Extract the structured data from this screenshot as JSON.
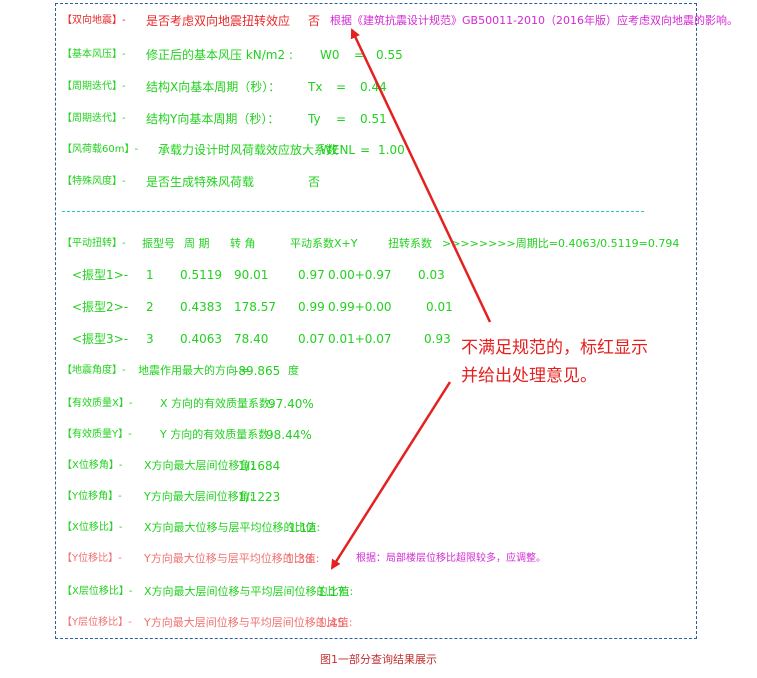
{
  "rows": [
    {
      "tag": "【双向地震】-",
      "desc": "是否考虑双向地震扭转效应",
      "val": "否",
      "note": "根据《建筑抗震设计规范》GB50011-2010（2016年版）应考虑双向地震的影响。",
      "note_prefix": "根据："
    },
    {
      "tag": "【基本风压】-",
      "desc": "修正后的基本风压 kN/m2 :",
      "sym": "W0",
      "eq": "=",
      "val": "0.55"
    },
    {
      "tag": "【周期迭代】-",
      "desc": "结构X向基本周期（秒）：",
      "sym": "Tx",
      "eq": "=",
      "val": "0.44"
    },
    {
      "tag": "【周期迭代】-",
      "desc": "结构Y向基本周期（秒）：",
      "sym": "Ty",
      "eq": "=",
      "val": "0.51"
    },
    {
      "tag": "【风荷载60m】-",
      "desc": "承载力设计时风荷载效应放大系数",
      "sym": "WENL",
      "eq": "=",
      "val": "1.00"
    },
    {
      "tag": "【特殊风度】-",
      "desc": "是否生成特殊风荷载",
      "val": "否"
    }
  ],
  "modes": {
    "tag": "【平动扭转】-",
    "headers": [
      "振型号",
      "周 期",
      "转 角",
      "平动系数",
      "X+Y",
      "扭转系数"
    ],
    "ratio": ">>>>>>>>周期比=0.4063/0.5119=0.794",
    "items": [
      {
        "label": "<振型1>-",
        "no": "1",
        "period": "0.5119",
        "angle": "90.01",
        "trans": "0.97",
        "xy": "0.00+0.97",
        "tors": "0.03"
      },
      {
        "label": "<振型2>-",
        "no": "2",
        "period": "0.4383",
        "angle": "178.57",
        "trans": "0.99",
        "xy": "0.99+0.00",
        "tors": "0.01"
      },
      {
        "label": "<振型3>-",
        "no": "3",
        "period": "0.4063",
        "angle": "78.40",
        "trans": "0.07",
        "xy": "0.01+0.07",
        "tors": "0.93"
      }
    ]
  },
  "lower": [
    {
      "tag": "【地震角度】-",
      "desc": "地震作用最大的方向 =",
      "val": "-89.865",
      "unit": "度"
    },
    {
      "tag": "【有效质量X】-",
      "desc": "X 方向的有效质量系数:",
      "val": "97.40%"
    },
    {
      "tag": "【有效质量Y】-",
      "desc": "Y 方向的有效质量系数:",
      "val": "98.44%"
    },
    {
      "tag": "【X位移角】-",
      "desc": "X方向最大层间位移角:",
      "val": "1/1684"
    },
    {
      "tag": "【Y位移角】-",
      "desc": "Y方向最大层间位移角:",
      "val": "1/1223"
    },
    {
      "tag": "【X位移比】-",
      "desc": "X方向最大位移与层平均位移的比值:",
      "val": "1.12"
    },
    {
      "tag": "【Y位移比】-",
      "desc": "Y方向最大位移与层平均位移的比值:",
      "val": "1.38",
      "note": "根据：局部楼层位移比超限较多，应调整。"
    },
    {
      "tag": "【X层位移比】-",
      "desc": "X方向最大层间位移与平均层间位移的比值:",
      "val": "1.17"
    },
    {
      "tag": "【Y层位移比】-",
      "desc": "Y方向最大层间位移与平均层间位移的比值:",
      "val": "1.45"
    }
  ],
  "callout": {
    "line1": "不满足规范的，标红显示",
    "line2": "并给出处理意见。"
  },
  "caption": "图1一部分查询结果展示",
  "colors": {
    "normal": "#22d11f",
    "violation": "#e82828",
    "advice": "#d42ad4",
    "separator": "#23c6c6",
    "frame": "#2a5f9e"
  }
}
